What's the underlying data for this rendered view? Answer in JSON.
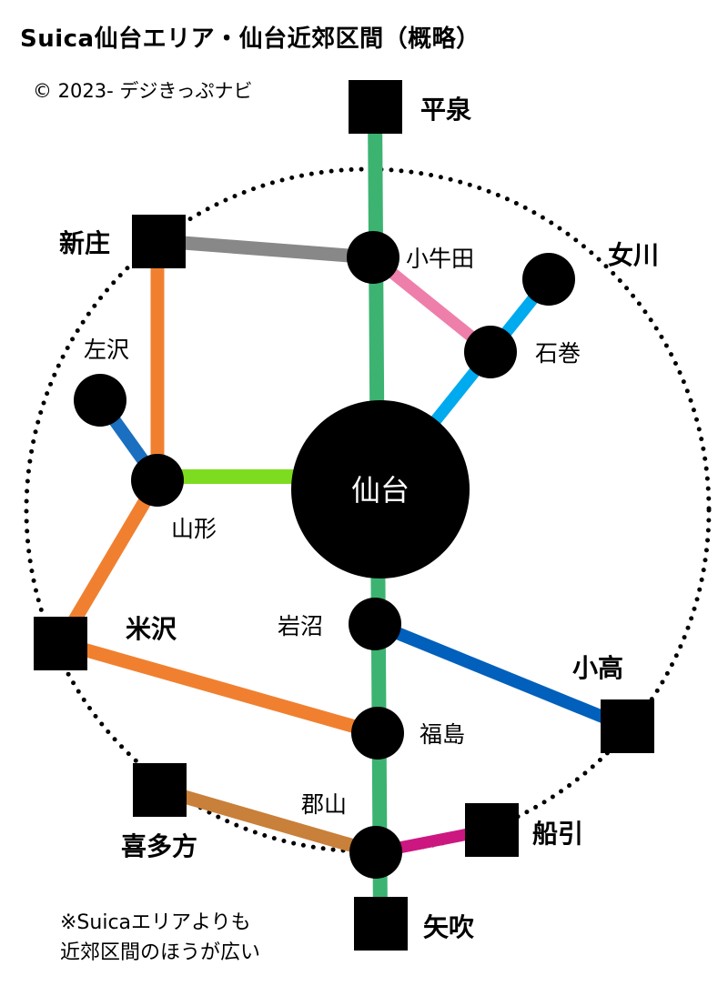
{
  "header": {
    "title": "Suica仙台エリア・仙台近郊区間（概略）",
    "copyright": "© 2023- デジきっぷナビ"
  },
  "footnote": {
    "line1": "※Suicaエリアよりも",
    "line2": "近郊区間のほうが広い"
  },
  "stations": {
    "hiraizumi": "平泉",
    "shinjo": "新庄",
    "kogota": "小牛田",
    "onagawa": "女川",
    "ishinomaki": "石巻",
    "sasawa": "左沢",
    "yamagata": "山形",
    "sendai": "仙台",
    "iwanuma": "岩沼",
    "yonezawa": "米沢",
    "odaka": "小高",
    "fukushima": "福島",
    "koriyama": "郡山",
    "kitakata": "喜多方",
    "funehiki": "船引",
    "yabuki": "矢吹"
  },
  "colors": {
    "tohoku_main": "#3cb371",
    "senseki": "#00aaee",
    "ishinomaki_line": "#ee7faa",
    "rikuu_east": "#888888",
    "senzan": "#7ddc1f",
    "ou": "#f08030",
    "aterazawa": "#1a6fc0",
    "joban": "#0060bb",
    "banetsu_west": "#c8803a",
    "banetsu_east": "#cc1780",
    "station": "#000000"
  }
}
